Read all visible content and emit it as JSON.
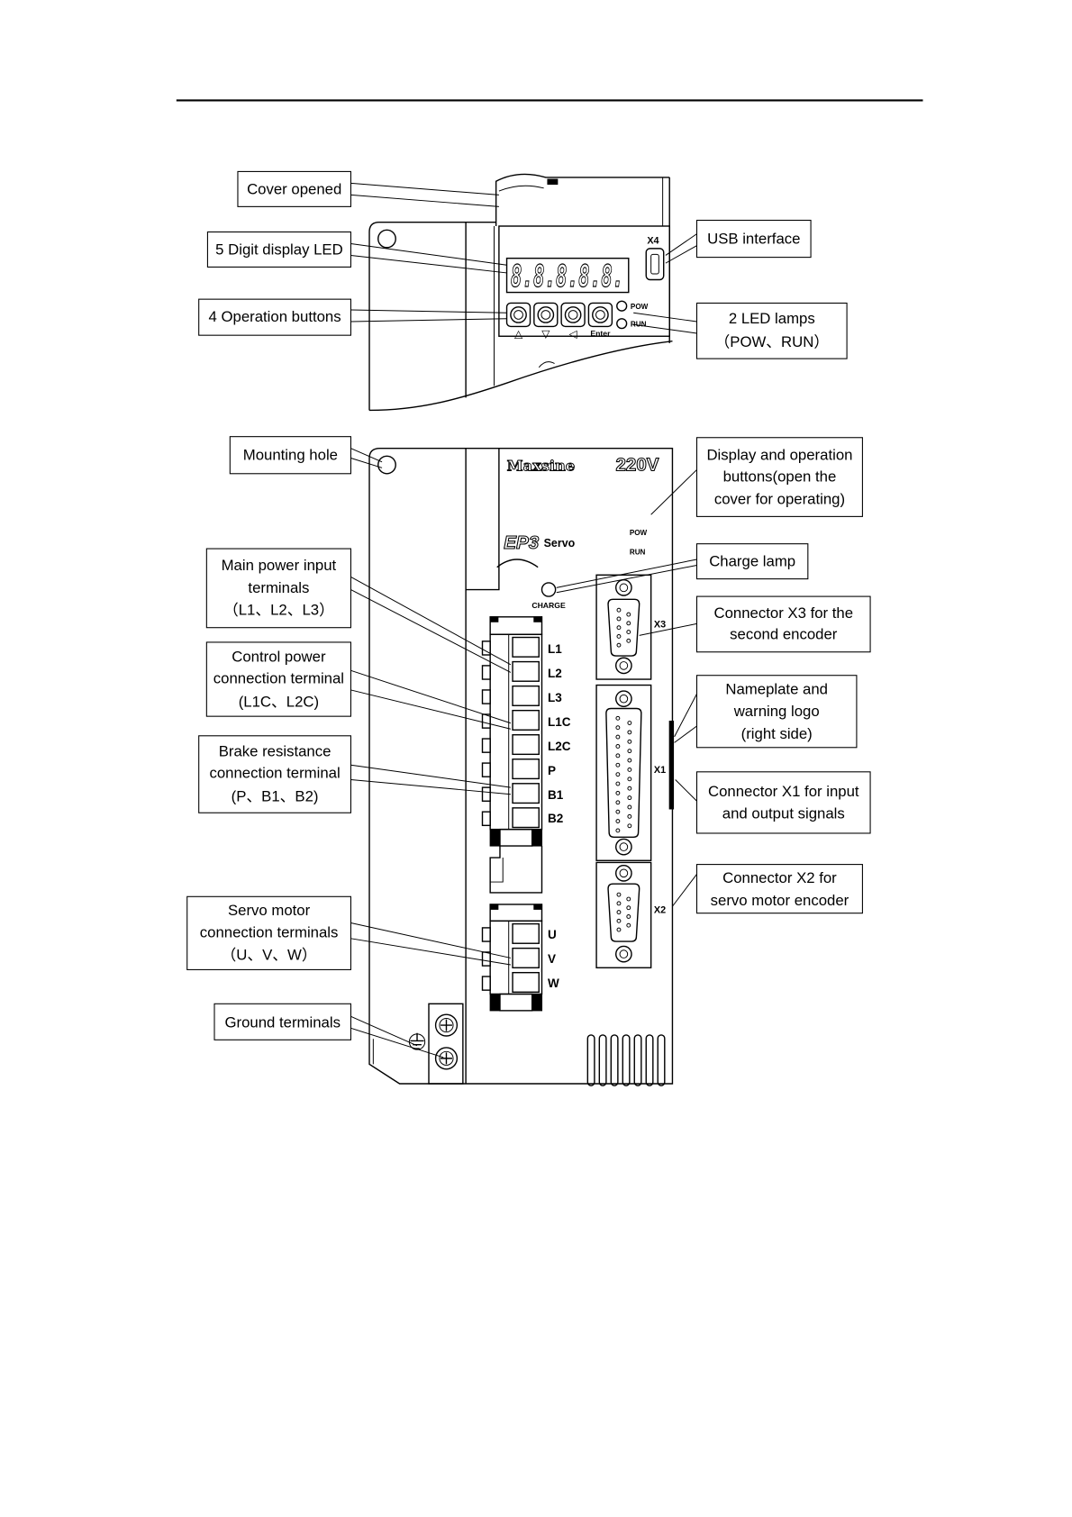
{
  "top_panel": {
    "usb_port_label": "X4",
    "led_display": "8.8.8.8.8.",
    "buttons": [
      "△",
      "▽",
      "◁",
      "Enter"
    ],
    "led_pow": "POW",
    "led_run": "RUN"
  },
  "front_panel": {
    "brand": "Maxsine",
    "voltage": "220V",
    "model": "EP3",
    "model_suffix": "Servo",
    "pow": "POW",
    "run": "RUN",
    "charge": "CHARGE",
    "main_terminals": [
      "L1",
      "L2",
      "L3",
      "L1C",
      "L2C",
      "P",
      "B1",
      "B2"
    ],
    "motor_terminals": [
      "U",
      "V",
      "W"
    ],
    "connectors": {
      "x3": "X3",
      "x1": "X1",
      "x2": "X2"
    }
  },
  "callouts": {
    "cover_opened": [
      "Cover opened"
    ],
    "digit_display": [
      "5 Digit display LED"
    ],
    "operation_buttons": [
      "4 Operation buttons"
    ],
    "usb_interface": [
      "USB interface"
    ],
    "led_lamps": [
      "2 LED lamps",
      "（POW、RUN）"
    ],
    "mounting_hole": [
      "Mounting hole"
    ],
    "display_operation": [
      "Display and operation",
      "buttons(open the",
      "cover for operating)"
    ],
    "main_power": [
      "Main power input",
      "terminals",
      "（L1、L2、L3）"
    ],
    "charge_lamp": [
      "Charge lamp"
    ],
    "control_power": [
      "Control power",
      "connection terminal",
      "(L1C、L2C)"
    ],
    "connector_x3": [
      "Connector X3 for the",
      "second encoder"
    ],
    "nameplate": [
      "Nameplate and",
      "warning logo",
      "(right side)"
    ],
    "brake_resistance": [
      "Brake resistance",
      "connection terminal",
      "(P、B1、B2)"
    ],
    "connector_x1": [
      "Connector X1 for input",
      "and output signals"
    ],
    "connector_x2": [
      "Connector X2 for",
      "servo motor encoder"
    ],
    "servo_motor": [
      "Servo motor",
      "connection terminals",
      "（U、V、W）"
    ],
    "ground_terminals": [
      "Ground terminals"
    ]
  }
}
